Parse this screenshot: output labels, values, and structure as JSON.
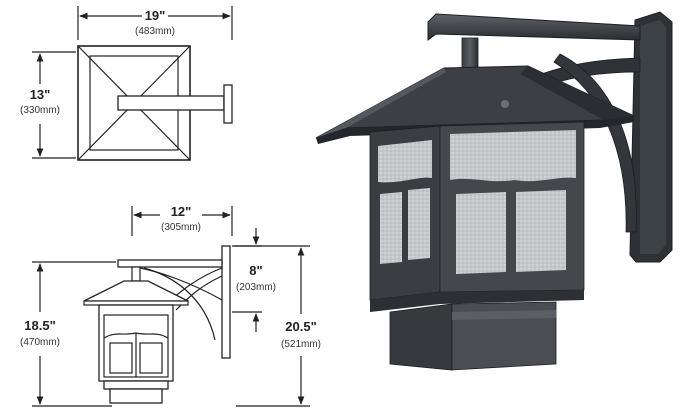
{
  "dimensions": {
    "width": {
      "inches": "19\"",
      "mm": "(483mm)"
    },
    "depth": {
      "inches": "13\"",
      "mm": "(330mm)"
    },
    "extension": {
      "inches": "12\"",
      "mm": "(305mm)"
    },
    "backplate": {
      "inches": "8\"",
      "mm": "(203mm)"
    },
    "fixture_height": {
      "inches": "18.5\"",
      "mm": "(470mm)"
    },
    "overall_height": {
      "inches": "20.5\"",
      "mm": "(521mm)"
    }
  },
  "colors": {
    "line": "#222222",
    "bronze_dark": "#2b2e31",
    "bronze_mid": "#4a4e53",
    "bronze_light": "#6b7076",
    "glass": "#c9ccce"
  }
}
